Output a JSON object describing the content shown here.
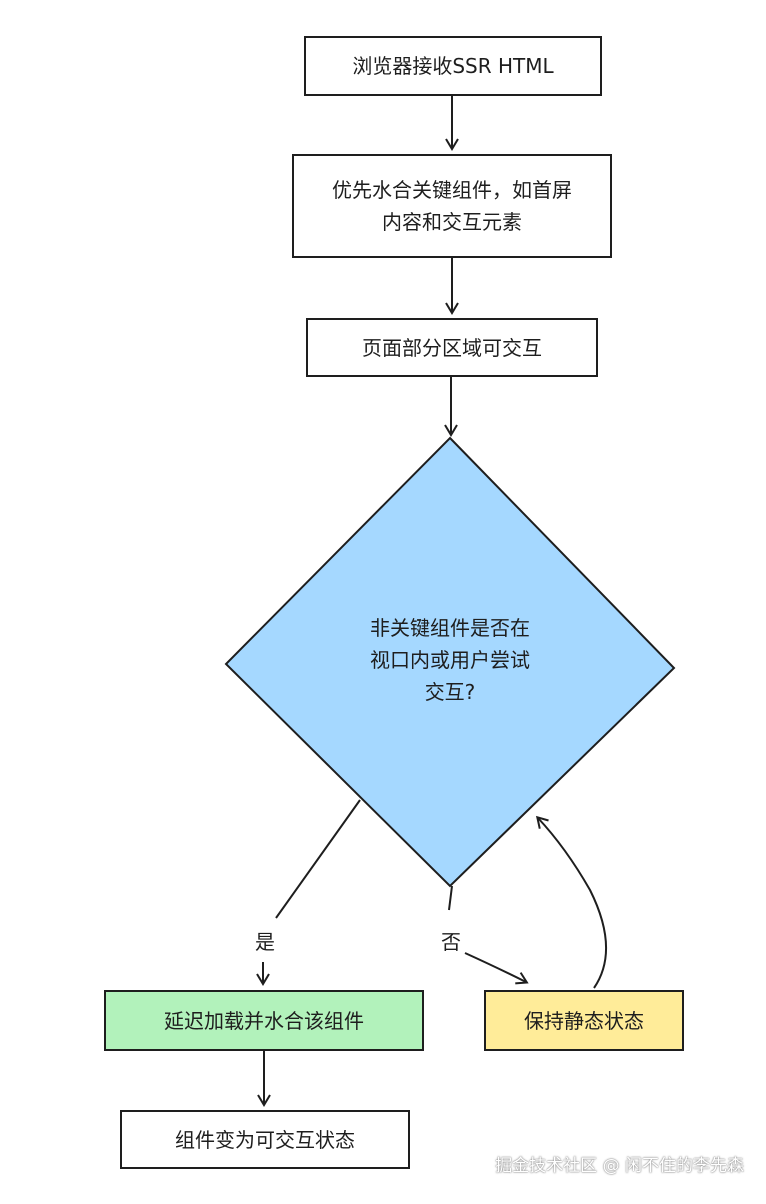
{
  "nodes": {
    "receive": "浏览器接收SSR HTML",
    "priority_line1": "优先水合关键组件，如首屏",
    "priority_line2": "内容和交互元素",
    "partial": "页面部分区域可交互",
    "decision_line1": "非关键组件是否在",
    "decision_line2": "视口内或用户尝试",
    "decision_line3": "交互?",
    "lazy": "延迟加载并水合该组件",
    "stay": "保持静态状态",
    "done": "组件变为可交互状态"
  },
  "edges": {
    "yes": "是",
    "no": "否"
  },
  "colors": {
    "decision_fill": "#a5d8ff",
    "lazy_fill": "#b2f2bb",
    "stay_fill": "#ffec99",
    "stroke": "#1e1e1e"
  },
  "watermark": "掘金技术社区 @ 闲不住的李先森"
}
